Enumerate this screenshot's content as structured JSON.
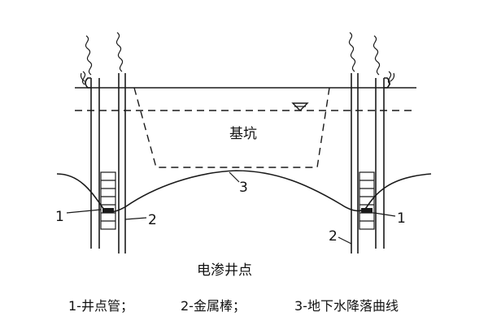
{
  "diagram": {
    "pit_label": "基坑",
    "caption": "电渗井点",
    "callouts": {
      "left_pipe": "1",
      "left_rod": "2",
      "curve": "3",
      "right_pipe": "1",
      "right_rod": "2"
    },
    "legend": {
      "item1": "1-井点管；",
      "item2": "2-金属棒；",
      "item3": "3-地下水降落曲线"
    }
  }
}
